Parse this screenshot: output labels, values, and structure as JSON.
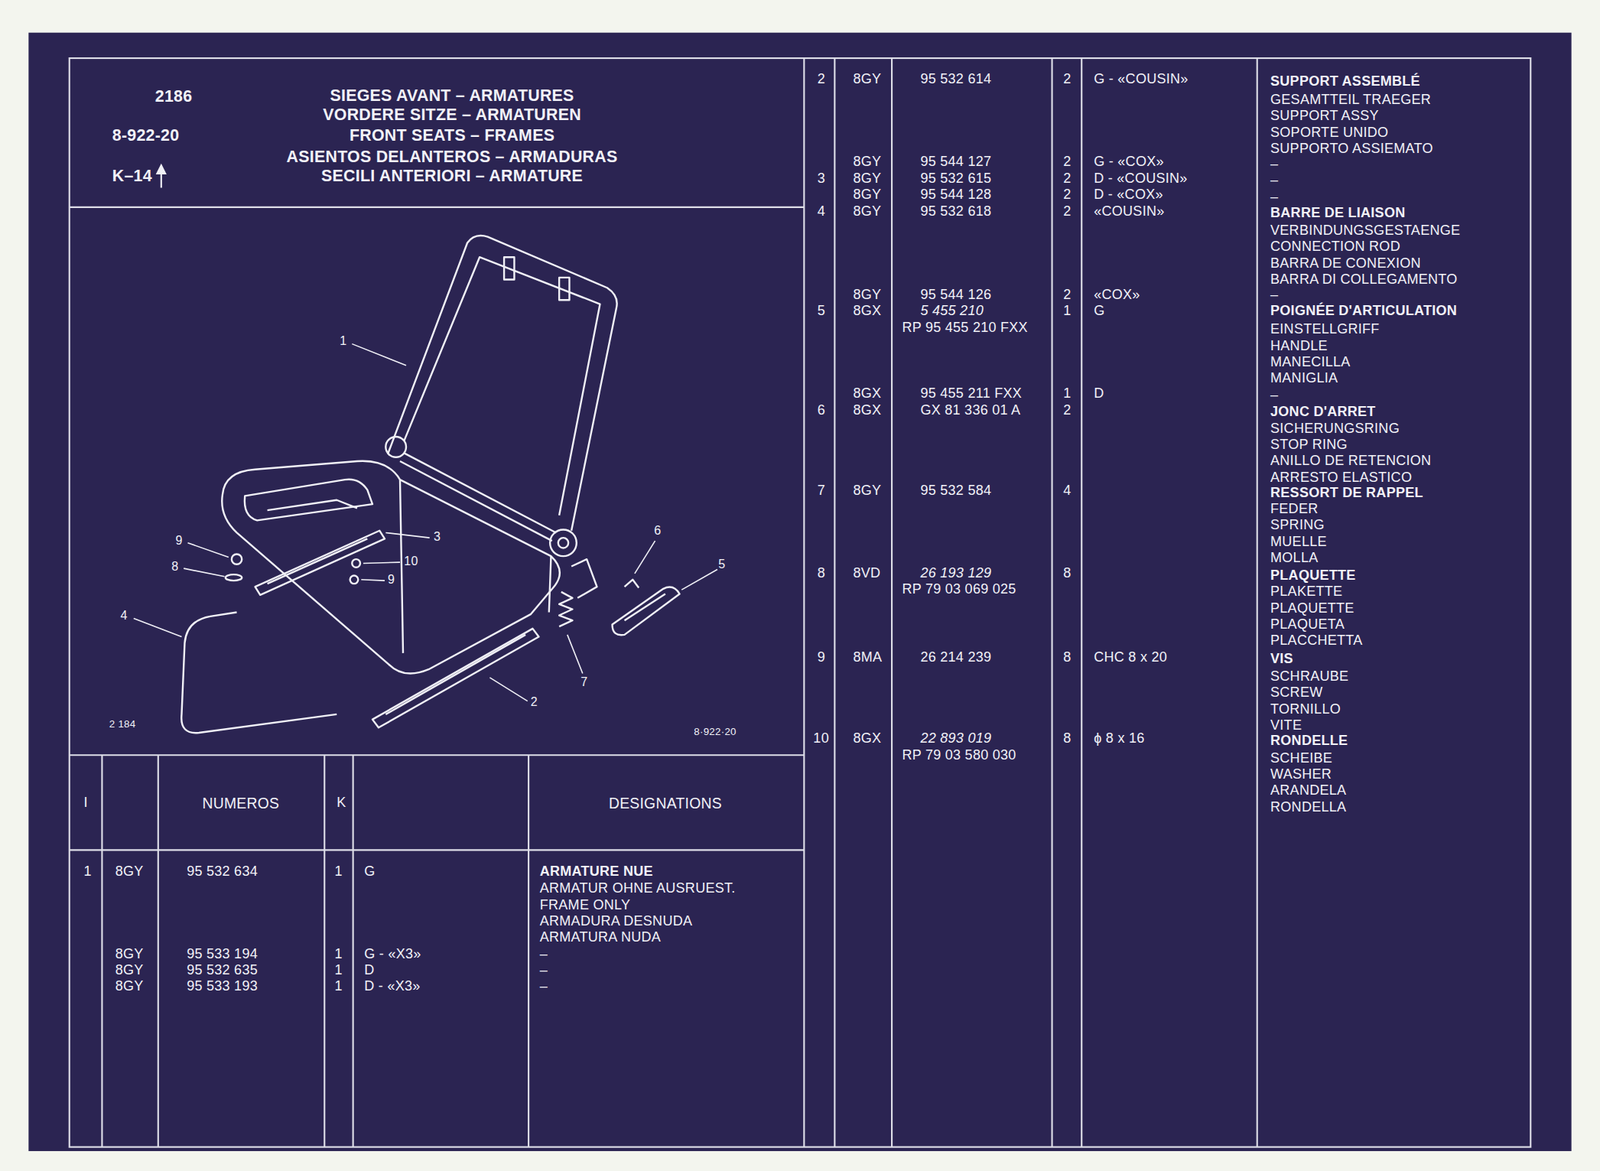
{
  "diagram": {
    "title": "SIEGES AVANT – ARMATURES",
    "labels": [
      "2186",
      "8-922-20",
      "K–14",
      "VORDERE SITZE – ARMATUREN",
      "FRONT SEATS – FRAMES",
      "ASIENTOS DELANTEROS – ARMADURAS",
      "SECILI ANTERIORI – ARMATURE",
      "1",
      "3",
      "6",
      "5",
      "9",
      "8",
      "10",
      "9",
      "4",
      "7",
      "2",
      "2 184",
      "8·922·20",
      "I",
      "NUMEROS",
      "K",
      "DESIGNATIONS",
      "1",
      "8GY",
      "95 532 634",
      "1",
      "G",
      "ARMATURE NUE",
      "ARMATUR OHNE AUSRUEST.",
      "FRAME ONLY",
      "ARMADURA DESNUDA",
      "ARMATURA NUDA",
      "8GY",
      "95 533 194",
      "1",
      "G - «X3»",
      "–",
      "8GY",
      "95 532 635",
      "1",
      "D",
      "–",
      "8GY",
      "95 533 193",
      "1",
      "D - «X3»",
      "–",
      "2",
      "8GY",
      "95 532 614",
      "2",
      "G - «COUSIN»",
      "SUPPORT ASSEMBLÉ",
      "GESAMTTEIL TRAEGER",
      "SUPPORT ASSY",
      "SOPORTE UNIDO",
      "SUPPORTO ASSIEMATO",
      "8GY",
      "95 544 127",
      "2",
      "G - «COX»",
      "–",
      "3",
      "8GY",
      "95 532 615",
      "2",
      "D - «COUSIN»",
      "–",
      "8GY",
      "95 544 128",
      "2",
      "D - «COX»",
      "–",
      "4",
      "8GY",
      "95 532 618",
      "2",
      "«COUSIN»",
      "BARRE DE LIAISON",
      "VERBINDUNGSGESTAENGE",
      "CONNECTION ROD",
      "BARRA DE CONEXION",
      "BARRA DI COLLEGAMENTO",
      "8GY",
      "95 544 126",
      "2",
      "«COX»",
      "–",
      "5",
      "8GX",
      "5 455 210",
      "1",
      "G",
      "POIGNÉE D'ARTICULATION",
      "RP 95 455 210 FXX",
      "EINSTELLGRIFF",
      "HANDLE",
      "MANECILLA",
      "MANIGLIA",
      "8GX",
      "95 455 211 FXX",
      "1",
      "D",
      "–",
      "6",
      "8GX",
      "GX 81 336 01 A",
      "2",
      "JONC D'ARRET",
      "SICHERUNGSRING",
      "STOP RING",
      "ANILLO DE RETENCION",
      "ARRESTO ELASTICO",
      "7",
      "8GY",
      "95 532 584",
      "4",
      "RESSORT DE RAPPEL",
      "FEDER",
      "SPRING",
      "MUELLE",
      "MOLLA",
      "8",
      "8VD",
      "26 193 129",
      "8",
      "PLAQUETTE",
      "RP 79 03 069 025",
      "PLAKETTE",
      "PLAQUETTE",
      "PLAQUETA",
      "PLACCHETTA",
      "9",
      "8MA",
      "26 214 239",
      "8",
      "CHC 8 x 20",
      "VIS",
      "SCHRAUBE",
      "SCREW",
      "TORNILLO",
      "VITE",
      "10",
      "8GX",
      "22 893 019",
      "8",
      "ϕ 8 x 16",
      "RONDELLE",
      "RP 79 03 580 030",
      "SCHEIBE",
      "WASHER",
      "ARANDELA",
      "RONDELLA"
    ]
  }
}
